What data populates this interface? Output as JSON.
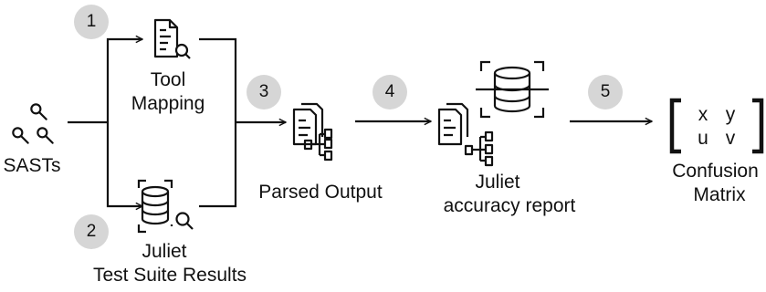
{
  "labels": {
    "sasts": "SASTs",
    "tool_mapping_line1": "Tool",
    "tool_mapping_line2": "Mapping",
    "juliet_results_line1": "Juliet",
    "juliet_results_line2": "Test Suite Results",
    "parsed_output": "Parsed Output",
    "report_line1": "Juliet",
    "report_line2": "accuracy report",
    "confusion_line1": "Confusion",
    "confusion_line2": "Matrix"
  },
  "steps": [
    "1",
    "2",
    "3",
    "4",
    "5"
  ],
  "matrix": {
    "cells": [
      "x",
      "y",
      "u",
      "v"
    ]
  },
  "icons": {
    "sasts": "wrench-icon",
    "tool_mapping": "document-search-icon",
    "juliet_results": "database-search-icon",
    "parsed_output": "documents-tree-icon",
    "report_database": "database-strikethrough-icon",
    "report": "documents-tree-icon"
  },
  "colors": {
    "stroke": "#111111",
    "badge": "#d6d6d6"
  }
}
